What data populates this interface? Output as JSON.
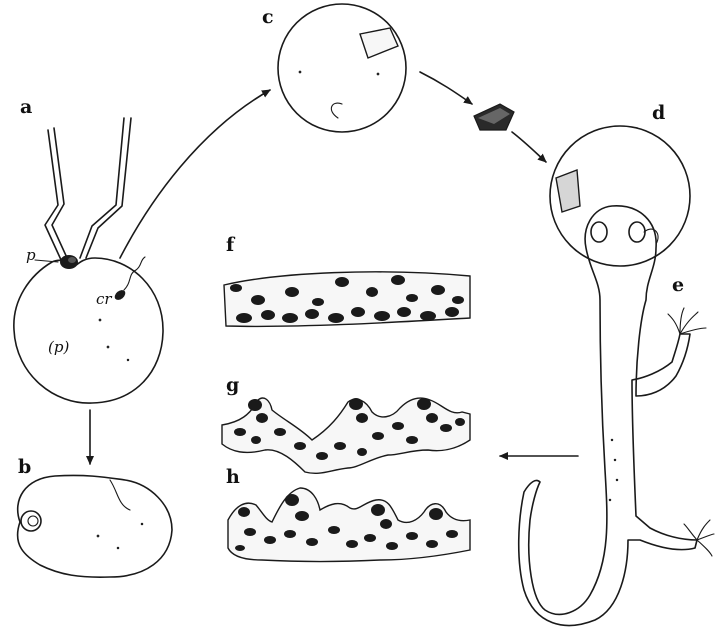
{
  "panels": {
    "a": "a",
    "b": "b",
    "c": "c",
    "d": "d",
    "e": "e",
    "f": "f",
    "g": "g",
    "h": "h"
  },
  "annotations": {
    "p": "p",
    "cr": "cr",
    "p_paren": "(p)"
  }
}
